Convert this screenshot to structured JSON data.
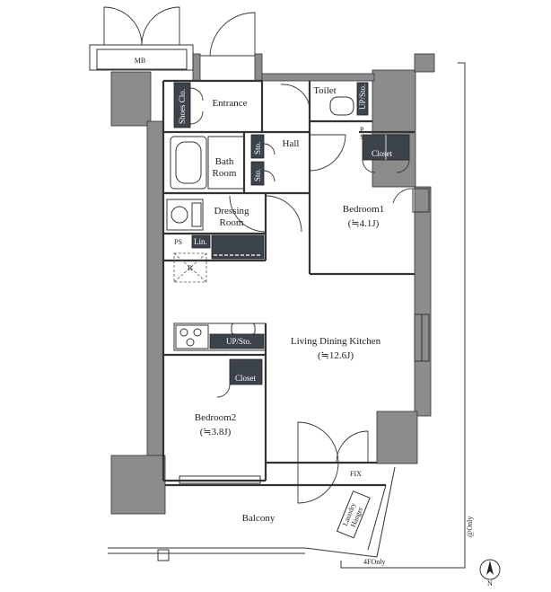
{
  "rooms": {
    "mb": "MB",
    "entrance": "Entrance",
    "shoes_closet": "Shoes Clo.",
    "toilet": "Toilet",
    "up_shelf_toilet": "UP/Sto.",
    "ps_top": "P",
    "ps_top2": "S",
    "hall": "Hall",
    "storage_1": "Sto.",
    "storage_2": "Sto.",
    "bath_line1": "Bath",
    "bath_line2": "Room",
    "closet_bed1": "Closet",
    "dressing_line1": "Dressing",
    "dressing_line2": "Room",
    "bedroom1_name": "Bedroom1",
    "bedroom1_size": "(≒4.1J)",
    "ps": "PS",
    "linen": "Lin.",
    "refrigerator": "R",
    "ldk_name": "Living Dining Kitchen",
    "ldk_size": "(≒12.6J)",
    "up_storage_kitchen": "UP/Sto.",
    "closet_bed2": "Closet",
    "bedroom2_name": "Bedroom2",
    "bedroom2_size": "(≒3.8J)",
    "fix": "FIX",
    "balcony": "Balcony",
    "laundry_line1": "Laundry",
    "laundry_line2": "Hanger",
    "right_only": "@Only",
    "bottom_only": "4FOnly",
    "north": "N"
  },
  "colors": {
    "wall": "#8c8c8c",
    "fixture": "#3c434b",
    "line": "#333333"
  }
}
